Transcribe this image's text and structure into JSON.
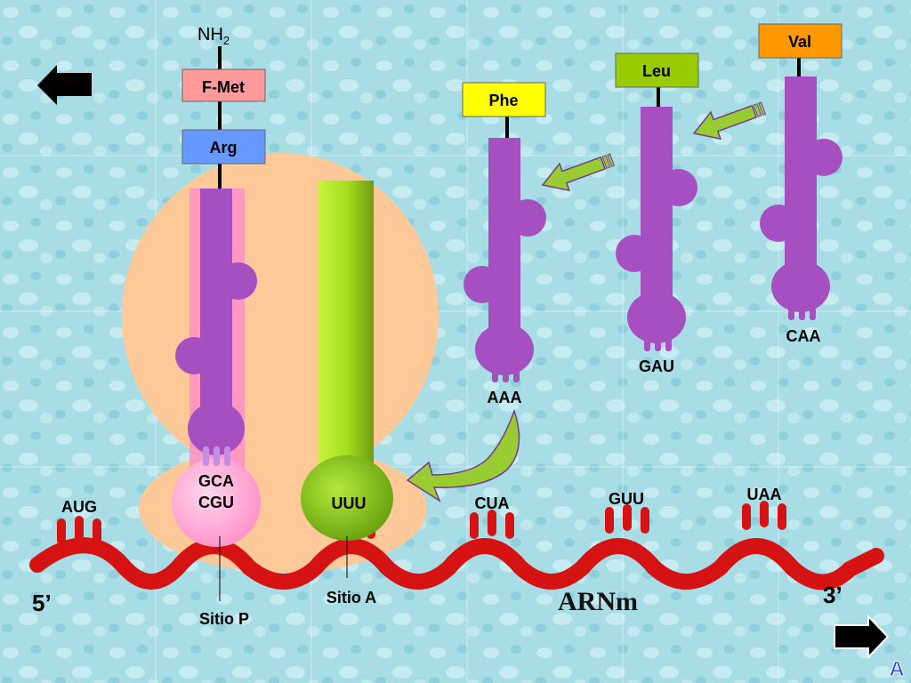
{
  "colors": {
    "background": "#a8dde6",
    "ribosome": "#fdc998",
    "mrna": "#d61313",
    "trna_purple": "#a64fc1",
    "trna_green": "#9bd223",
    "fmet_box": "#ff9a9a",
    "arg_box": "#6699ff",
    "phe_box": "#ffff00",
    "leu_box": "#99cc00",
    "val_box": "#ff9900"
  },
  "labels": {
    "nh2": "NH",
    "nh2_sub": "2",
    "five_prime": "5’",
    "three_prime": "3’",
    "mrna": "ARNm",
    "site_p": "Sitio P",
    "site_a": "Sitio A",
    "logo": "A"
  },
  "amino_acids": {
    "fmet": "F-Met",
    "arg": "Arg",
    "phe": "Phe",
    "leu": "Leu",
    "val": "Val"
  },
  "anticodons": {
    "p_site": "GCA",
    "phe": "AAA",
    "leu": "GAU",
    "val": "CAA"
  },
  "codons": [
    "AUG",
    "CGU",
    "UUU",
    "CUA",
    "GUU",
    "UAA"
  ],
  "nav": {
    "back": "back-arrow",
    "forward": "forward-arrow"
  }
}
